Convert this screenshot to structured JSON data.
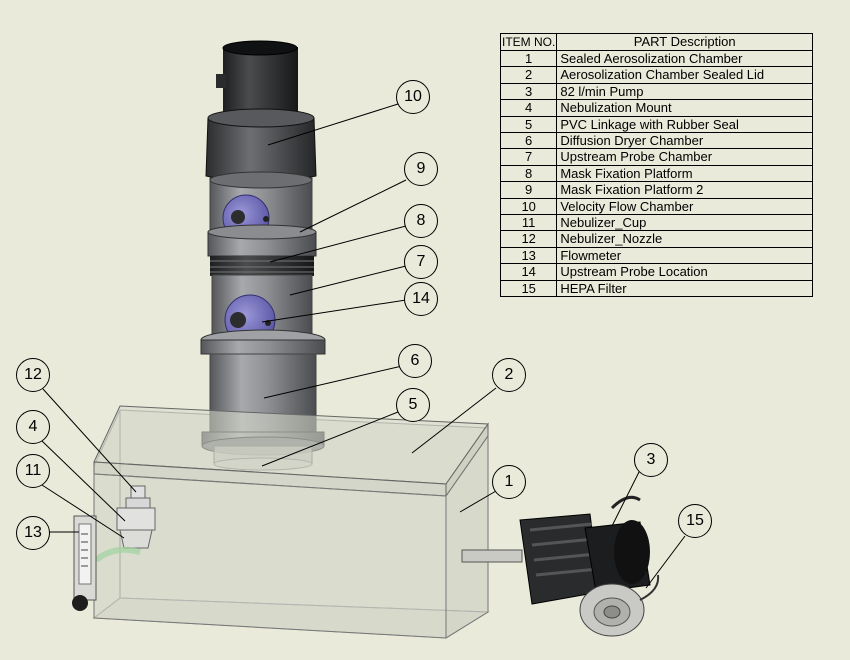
{
  "bom": {
    "header": {
      "item_no": "ITEM NO.",
      "description": "PART Description"
    },
    "rows": [
      {
        "no": "1",
        "desc": "Sealed Aerosolization Chamber"
      },
      {
        "no": "2",
        "desc": "Aerosolization Chamber Sealed Lid"
      },
      {
        "no": "3",
        "desc": "82 l/min Pump"
      },
      {
        "no": "4",
        "desc": "Nebulization Mount"
      },
      {
        "no": "5",
        "desc": "PVC Linkage with Rubber Seal"
      },
      {
        "no": "6",
        "desc": "Diffusion Dryer Chamber"
      },
      {
        "no": "7",
        "desc": "Upstream Probe Chamber"
      },
      {
        "no": "8",
        "desc": "Mask Fixation Platform"
      },
      {
        "no": "9",
        "desc": "Mask Fixation Platform 2"
      },
      {
        "no": "10",
        "desc": "Velocity Flow Chamber"
      },
      {
        "no": "11",
        "desc": "Nebulizer_Cup"
      },
      {
        "no": "12",
        "desc": "Nebulizer_Nozzle"
      },
      {
        "no": "13",
        "desc": "Flowmeter"
      },
      {
        "no": "14",
        "desc": "Upstream Probe Location"
      },
      {
        "no": "15",
        "desc": "HEPA Filter"
      }
    ]
  },
  "balloons": [
    "1",
    "2",
    "3",
    "4",
    "5",
    "6",
    "7",
    "8",
    "9",
    "10",
    "11",
    "12",
    "13",
    "14",
    "15"
  ]
}
